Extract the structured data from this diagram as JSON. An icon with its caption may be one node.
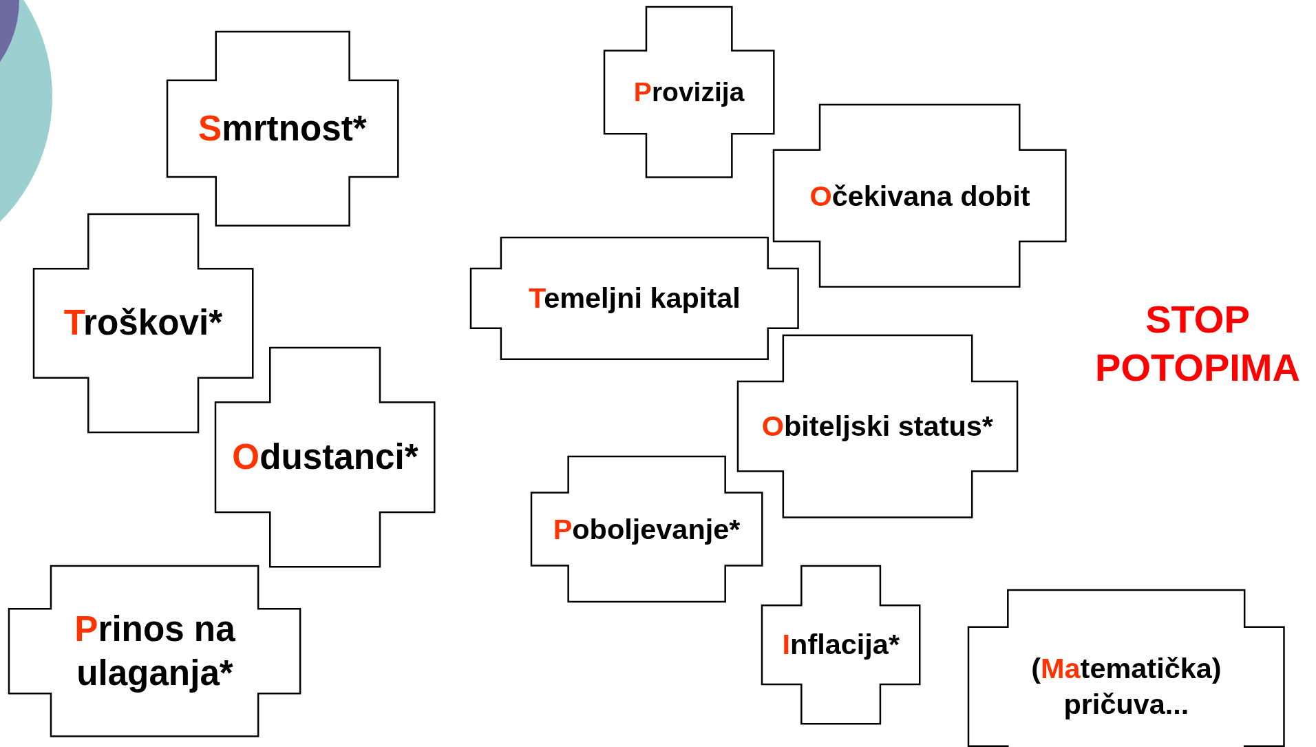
{
  "diagram": {
    "nodes": [
      {
        "text": [
          "Provizija"
        ]
      },
      {
        "text": [
          "Smrtnost*"
        ]
      },
      {
        "text": [
          "Očekivana dobit"
        ]
      },
      {
        "text": [
          "Troškovi*"
        ]
      },
      {
        "text": [
          "Temeljni kapital"
        ]
      },
      {
        "text": [
          "Obiteljski status*"
        ]
      },
      {
        "text": [
          "Odustanci*"
        ]
      },
      {
        "text": [
          "Poboljevanje*"
        ]
      },
      {
        "text": [
          "Prinos na ulaganja*"
        ]
      },
      {
        "text": [
          "Inflacija*"
        ]
      },
      {
        "text": [
          "(Matematička) pričuva..."
        ]
      }
    ],
    "labels": [
      "STOP POTOPIMA"
    ]
  }
}
